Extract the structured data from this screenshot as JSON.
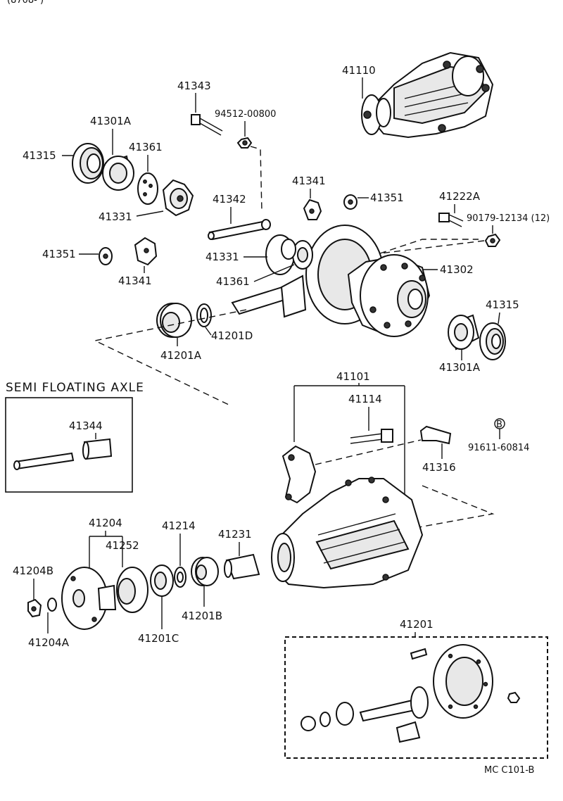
{
  "header_fragment": "(8708-      )",
  "callouts": {
    "p41110": "41110",
    "p41343": "41343",
    "p94512": "94512-00800",
    "p41301A_top": "41301A",
    "p41315_top": "41315",
    "p41361_top": "41361",
    "p41331_top": "41331",
    "p41342": "41342",
    "p41341_mid": "41341",
    "p41351_mid": "41351",
    "p41222A": "41222A",
    "p90179": "90179-12134 (12)",
    "p41351_left": "41351",
    "p41341_left": "41341",
    "p41331_mid": "41331",
    "p41361_mid": "41361",
    "p41302": "41302",
    "p41315_right": "41315",
    "p41201D": "41201D",
    "p41201A": "41201A",
    "p41301A_right": "41301A",
    "p41101": "41101",
    "p41114": "41114",
    "p91611": "91611-60814",
    "p91611_marker": "B",
    "p41316": "41316",
    "p41344": "41344",
    "p41204": "41204",
    "p41252": "41252",
    "p41214": "41214",
    "p41231": "41231",
    "p41204B": "41204B",
    "p41204A": "41204A",
    "p41201C": "41201C",
    "p41201B": "41201B",
    "p41201": "41201"
  },
  "semi_floating_title": "SEMI FLOATING AXLE",
  "catalog_code": "MC  C101-B"
}
